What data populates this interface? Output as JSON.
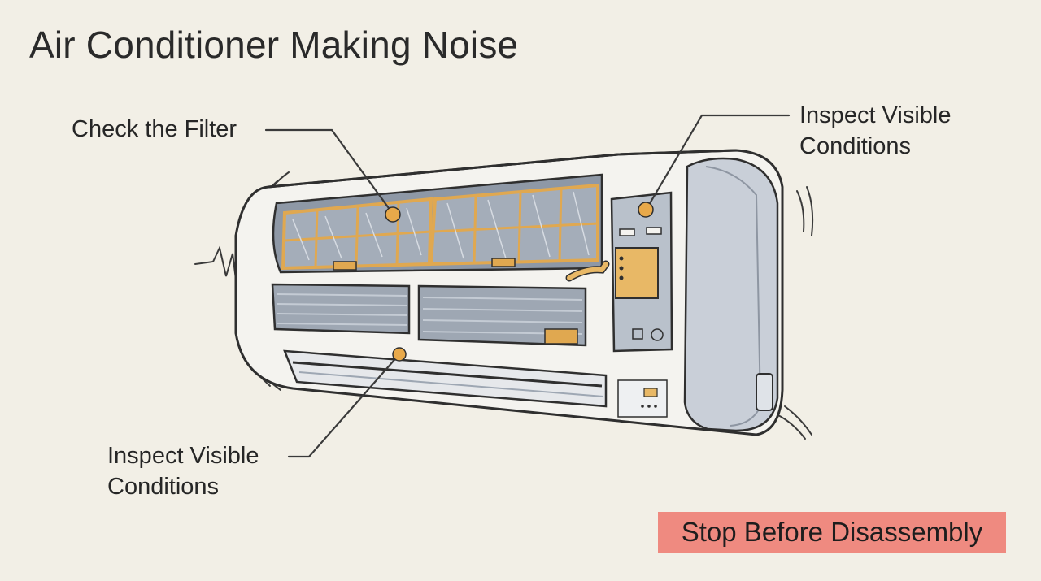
{
  "title": "Air Conditioner Making Noise",
  "callouts": {
    "filter": "Check the Filter",
    "top_right_line1": "Inspect Visible",
    "top_right_line2": "Conditions",
    "bottom_left_line1": "Inspect Visible",
    "bottom_left_line2": "Conditions"
  },
  "warning": "Stop Before Disassembly",
  "colors": {
    "background": "#f2efe6",
    "marker": "#e8a94a",
    "warning": "#ef8a80",
    "panel": "#b9c1cb"
  }
}
